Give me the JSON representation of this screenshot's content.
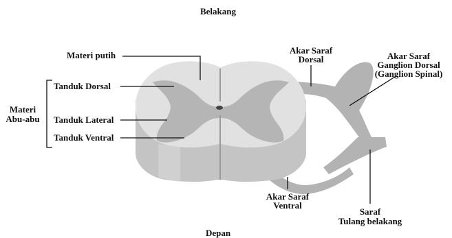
{
  "labels": {
    "top": "Belakang",
    "bottom": "Depan",
    "white_matter": "Materi putih",
    "grey_matter": [
      "Materi",
      "Abu-abu"
    ],
    "dorsal_horn": "Tanduk Dorsal",
    "lateral_horn": "Tanduk Lateral",
    "ventral_horn": "Tanduk Ventral",
    "dorsal_root": [
      "Akar Saraf",
      "Dorsal"
    ],
    "dorsal_root_ganglion": [
      "Akar Saraf",
      "Ganglion Dorsal",
      "(Ganglion Spinal)"
    ],
    "ventral_root": [
      "Akar Saraf",
      "Ventral"
    ],
    "spinal_nerve": [
      "Saraf",
      "Tulang belakang"
    ]
  },
  "colors": {
    "white_matter_top": "#e1e1e1",
    "white_matter_side": "#c4c4c4",
    "grey_matter": "#b5b5b5",
    "nerve": "#b3b3b3",
    "line": "#111111"
  }
}
